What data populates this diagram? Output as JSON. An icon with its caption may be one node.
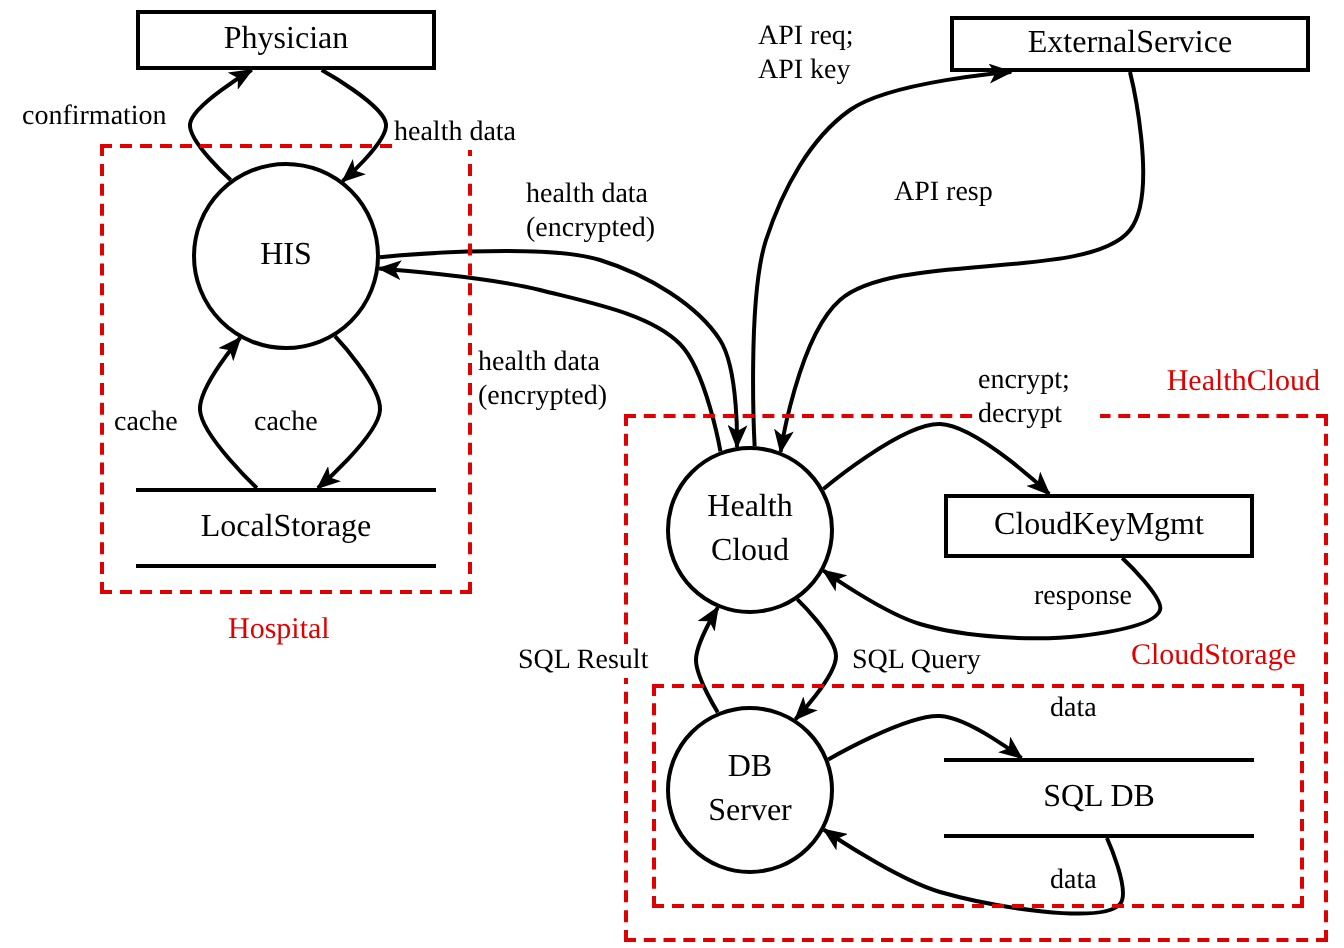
{
  "diagram": {
    "nodes": [
      {
        "text": [
          "Hospital"
        ]
      },
      {
        "text": [
          "HealthCloud"
        ]
      },
      {
        "text": [
          "CloudStorage"
        ],
        "in": 1
      },
      {
        "text": [
          "Physician"
        ]
      },
      {
        "text": [
          "HIS"
        ],
        "in": 0
      },
      {
        "text": [
          "LocalStorage"
        ],
        "in": 0
      },
      {
        "text": [
          "ExternalService"
        ]
      },
      {
        "text": [
          "Health Cloud"
        ],
        "in": 1
      },
      {
        "text": [
          "CloudKeyMgmt"
        ],
        "in": 1
      },
      {
        "text": [
          "DB Server"
        ],
        "in": 2
      },
      {
        "text": [
          "SQL DB"
        ],
        "in": 2
      }
    ],
    "edges": [
      {
        "from": 4,
        "to": 3,
        "arrow": "to",
        "label": "confirmation"
      },
      {
        "from": 3,
        "to": 4,
        "arrow": "to",
        "label": "health data"
      },
      {
        "from": 4,
        "to": 7,
        "arrow": "to",
        "label": "health data (encrypted)"
      },
      {
        "from": 7,
        "to": 4,
        "arrow": "to",
        "label": "health data (encrypted)"
      },
      {
        "from": 4,
        "to": 5,
        "arrow": "to",
        "label": "cache"
      },
      {
        "from": 5,
        "to": 4,
        "arrow": "to",
        "label": "cache"
      },
      {
        "from": 7,
        "to": 6,
        "arrow": "to",
        "label": "API req; API key"
      },
      {
        "from": 6,
        "to": 7,
        "arrow": "to",
        "label": "API resp"
      },
      {
        "from": 7,
        "to": 8,
        "arrow": "to",
        "label": "encrypt; decrypt"
      },
      {
        "from": 8,
        "to": 7,
        "arrow": "to",
        "label": "response"
      },
      {
        "from": 9,
        "to": 7,
        "arrow": "to",
        "label": "SQL Result"
      },
      {
        "from": 7,
        "to": 9,
        "arrow": "to",
        "label": "SQL Query"
      },
      {
        "from": 9,
        "to": 10,
        "arrow": "to",
        "label": "data"
      },
      {
        "from": 10,
        "to": 9,
        "arrow": "to",
        "label": "data"
      }
    ]
  }
}
